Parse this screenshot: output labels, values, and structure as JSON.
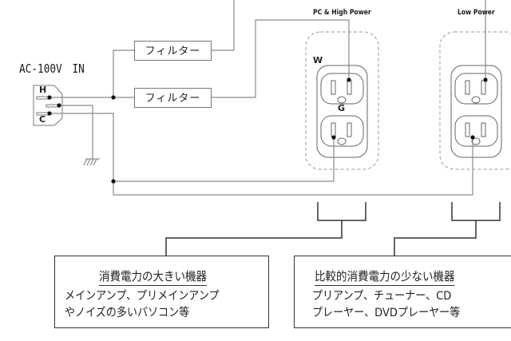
{
  "input": {
    "label": "AC-100V　IN",
    "pin_hot": "H",
    "pin_cold": "C"
  },
  "filters": [
    {
      "label": "フィルター"
    },
    {
      "label": "フィルター"
    }
  ],
  "outlets": [
    {
      "label": "PC & High Power",
      "hot_mark": "W",
      "ground_mark": "G"
    },
    {
      "label": "Low Power"
    }
  ],
  "devices": [
    {
      "title": "消費電力の大きい機器",
      "lines": [
        "メインアンプ、プリメインアンプ",
        "やノイズの多いパソコン等"
      ]
    },
    {
      "title": "比較的消費電力の少ない機器",
      "lines": [
        "プリアンプ、チューナー、CD",
        "プレーヤー、DVDプレーヤー等"
      ]
    }
  ],
  "colors": {
    "wire": "#8a8a8a",
    "bracket": "#333333",
    "dashed": "#9a9a9a"
  }
}
